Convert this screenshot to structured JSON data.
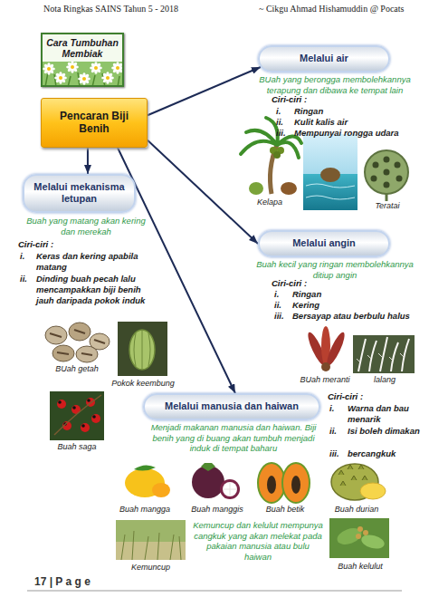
{
  "diagram": {
    "nodes": [
      {
        "text": [
          "Cara Tumbuhan Membiak"
        ]
      },
      {
        "text": [
          "Melalui air"
        ]
      },
      {
        "text": [
          "Pencaran Biji Benih"
        ]
      },
      {
        "text": [
          "Melalui mekanisma letupan"
        ]
      },
      {
        "text": [
          "Melalui angin"
        ]
      },
      {
        "text": [
          "Melalui manusia dan haiwan"
        ]
      }
    ],
    "edges": [
      {
        "from": 2,
        "to": 1,
        "arrow": "to"
      },
      {
        "from": 2,
        "to": 3,
        "arrow": "to"
      },
      {
        "from": 2,
        "to": 4,
        "arrow": "to"
      },
      {
        "from": 2,
        "to": 5,
        "arrow": "to"
      }
    ],
    "labels": [
      "Nota Ringkas SAINS Tahun 5 - 2018",
      "~ Cikgu Ahmad Hishamuddin @ Pocats",
      "BUah yang berongga membolehkannya terapung dan dibawa ke tempat lain",
      "Ciri-ciri :",
      "i.",
      "Ringan",
      "ii.",
      "Kulit kalis air",
      "iii.",
      "Mempunyai rongga udara",
      "Kelapa",
      "Teratai",
      "Buah yang matang akan kering dan merekah",
      "Ciri-ciri :",
      "i.",
      "Keras dan kering apabila matang",
      "ii.",
      "Dinding buah pecah lalu mencampakkan biji benih jauh daripada pokok induk",
      "BUah getah",
      "Pokok keembung",
      "Buah saga",
      "Buah kecil yang ringan membolehkannya ditiup angin",
      "Ciri-ciri :",
      "i.",
      "Ringan",
      "ii.",
      "Kering",
      "iii.",
      "Bersayap atau berbulu halus",
      "BUah meranti",
      "lalang",
      "Menjadi makanan manusia dan haiwan. Biji benih yang di buang akan tumbuh menjadi induk di tempat baharu",
      "Ciri-ciri :",
      "i.",
      "Warna dan bau menarik",
      "ii.",
      "Isi boleh dimakan",
      "iii.",
      "bercangkuk",
      "Buah mangga",
      "Buah manggis",
      "Buah betik",
      "Buah durian",
      "Kemuncup dan kelulut mempunya cangkuk yang akan melekat pada pakaian manusia atau bulu haiwan",
      "Kemuncup",
      "Buah kelulut",
      "17 | P a g e"
    ]
  }
}
